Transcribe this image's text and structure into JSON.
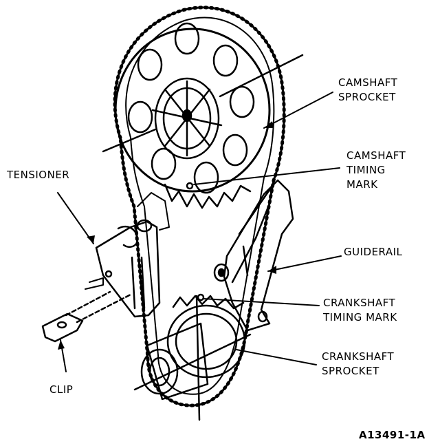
{
  "labels": {
    "camshaft_sprocket": [
      "CAMSHAFT",
      "SPROCKET"
    ],
    "camshaft_timing_mark": [
      "CAMSHAFT",
      "TIMING",
      "MARK"
    ],
    "tensioner": [
      "TENSIONER"
    ],
    "guiderail": [
      "GUIDERAIL"
    ],
    "crankshaft_timing_mark": [
      "CRANKSHAFT",
      "TIMING MARK"
    ],
    "crankshaft_sprocket": [
      "CRANKSHAFT",
      "SPROCKET"
    ],
    "clip": [
      "CLIP"
    ]
  },
  "figure_id": "A13491-1A",
  "colors": {
    "ink": "#000000",
    "paper": "#ffffff"
  }
}
